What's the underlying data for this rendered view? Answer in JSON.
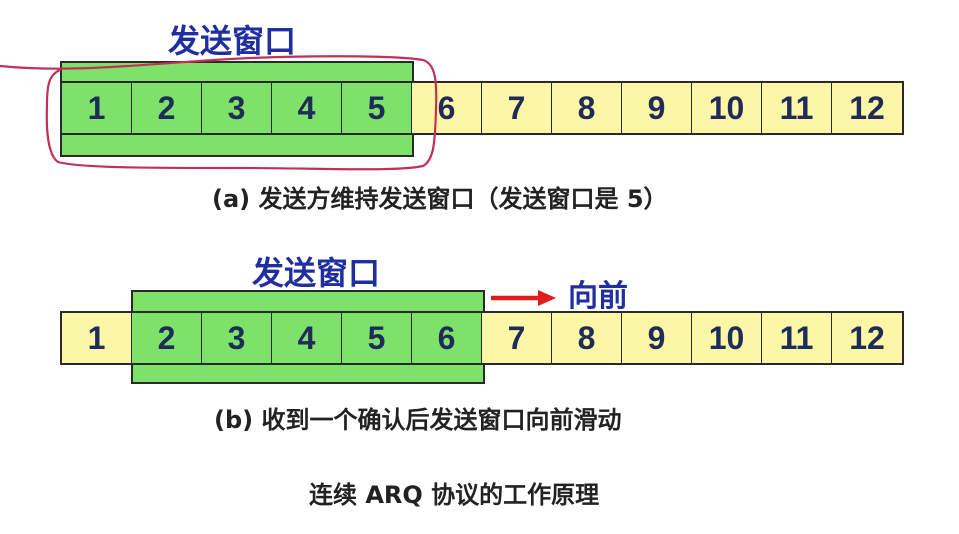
{
  "diagram_a": {
    "window_label": "发送窗口",
    "frames": [
      "1",
      "2",
      "3",
      "4",
      "5",
      "6",
      "7",
      "8",
      "9",
      "10",
      "11",
      "12"
    ],
    "caption": "(a) 发送方维持发送窗口（发送窗口是 5）"
  },
  "diagram_b": {
    "window_label": "发送窗口",
    "direction_label": "向前",
    "frames": [
      "1",
      "2",
      "3",
      "4",
      "5",
      "6",
      "7",
      "8",
      "9",
      "10",
      "11",
      "12"
    ],
    "caption": "(b) 收到一个确认后发送窗口向前滑动"
  },
  "footer_title": "连续 ARQ 协议的工作原理",
  "colors": {
    "window_fill": "#7ee26a",
    "frame_fill": "#fbf7a6",
    "label_blue": "#1f2fa0",
    "arrow_red": "#e21b1b",
    "annotation_pink": "#c2305a"
  }
}
